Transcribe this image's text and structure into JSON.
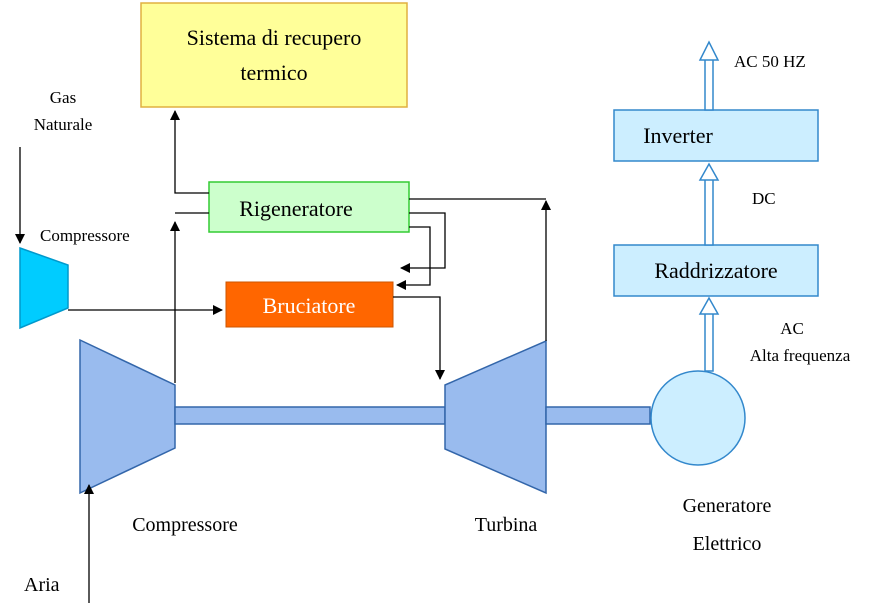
{
  "blocks": {
    "recovery_line1": "Sistema di recupero",
    "recovery_line2": "termico",
    "regenerator": "Rigeneratore",
    "burner": "Bruciatore",
    "inverter": "Inverter",
    "rectifier": "Raddrizzatore"
  },
  "labels": {
    "gas_line1": "Gas",
    "gas_line2": "Naturale",
    "gas_compressor": "Compressore",
    "compressor": "Compressore",
    "turbine": "Turbina",
    "generator_line1": "Generatore",
    "generator_line2": "Elettrico",
    "air": "Aria",
    "ac_out": "AC 50 HZ",
    "dc": "DC",
    "ac_hf_line1": "AC",
    "ac_hf_line2": "Alta frequenza"
  },
  "colors": {
    "recovery_fill": "#ffff99",
    "recovery_stroke": "#e0b040",
    "regenerator_fill": "#ccffcc",
    "regenerator_stroke": "#33cc33",
    "burner_fill": "#ff6600",
    "burner_text": "#ffffff",
    "machine_fill": "#99bbee",
    "machine_stroke": "#3366aa",
    "gas_compressor_fill": "#00ccff",
    "gas_compressor_stroke": "#0099cc",
    "electric_fill": "#cceeff",
    "electric_stroke": "#3388cc"
  }
}
